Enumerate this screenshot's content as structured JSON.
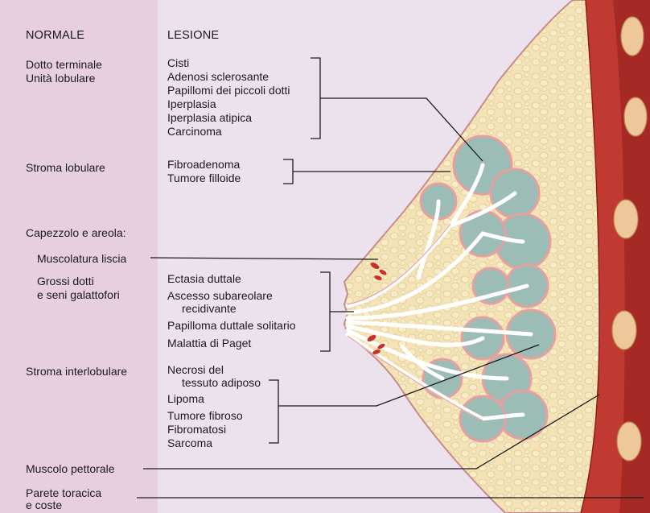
{
  "header": {
    "normal": "NORMALE",
    "lesion": "LESIONE"
  },
  "normal": {
    "tdlu_1": "Dotto terminale",
    "tdlu_2": "Unità lobulare",
    "lobular_stroma": "Stroma lobulare",
    "nipple_areola": "Capezzolo e areola:",
    "smooth_muscle": "Muscolatura liscia",
    "ducts_1": "Grossi dotti",
    "ducts_2": "e seni galattofori",
    "interlobular_stroma": "Stroma interlobulare",
    "pectoral": "Muscolo pettorale",
    "chest_wall_1": "Parete toracica",
    "chest_wall_2": "e coste"
  },
  "lesions": {
    "tdlu": [
      "Cisti",
      "Adenosi sclerosante",
      "Papillomi dei piccoli dotti",
      "Iperplasia",
      "Iperplasia atipica",
      "Carcinoma"
    ],
    "lobular_stroma": [
      "Fibroadenoma",
      "Tumore filloide"
    ],
    "ducts": [
      "Ectasia duttale",
      "Ascesso subareolare",
      "recidivante",
      "Papilloma duttale solitario",
      "Malattia di Paget"
    ],
    "interlobular": [
      "Necrosi del",
      "tessuto adiposo",
      "Lipoma",
      "Tumore fibroso",
      "Fibromatosi",
      "Sarcoma"
    ]
  },
  "colors": {
    "left_band": "#e8cfe0",
    "right_band": "#ece2ee",
    "fat": "#f3e3b6",
    "lobule": "#9cbcb6",
    "duct_lining": "#e8a0a0",
    "muscle": "#c03a32",
    "rib": "#eec79a",
    "leader": "#1a1a1a"
  }
}
